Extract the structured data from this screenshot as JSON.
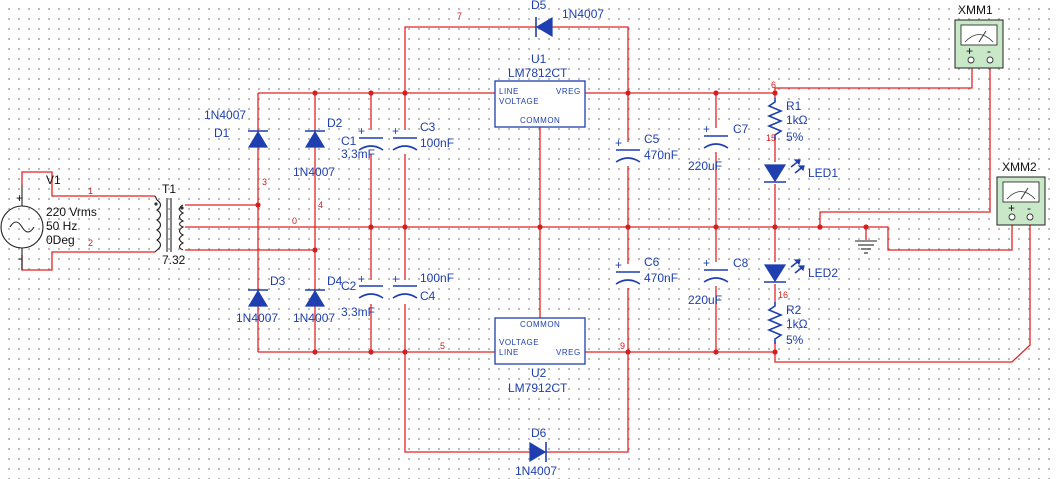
{
  "source": {
    "designator": "V1",
    "value": "220 Vrms",
    "frequency": "50 Hz",
    "phase": "0Deg",
    "plus": "+",
    "minus": "-"
  },
  "transformer": {
    "designator": "T1",
    "ratio": "7.32"
  },
  "diodes": [
    {
      "designator": "D1",
      "value": "1N4007"
    },
    {
      "designator": "D2",
      "value": "1N4007"
    },
    {
      "designator": "D3",
      "value": "1N4007"
    },
    {
      "designator": "D4",
      "value": "1N4007"
    },
    {
      "designator": "D5",
      "value": "1N4007"
    },
    {
      "designator": "D6",
      "value": "1N4007"
    }
  ],
  "capacitors": [
    {
      "designator": "C1",
      "value": "3.3mF"
    },
    {
      "designator": "C2",
      "value": "3.3mF"
    },
    {
      "designator": "C3",
      "value": "100nF"
    },
    {
      "designator": "C4",
      "value": "100nF"
    },
    {
      "designator": "C5",
      "value": "470nF"
    },
    {
      "designator": "C6",
      "value": "470nF"
    },
    {
      "designator": "C7",
      "value": "220uF"
    },
    {
      "designator": "C8",
      "value": "220uF"
    }
  ],
  "regulators": [
    {
      "designator": "U1",
      "value": "LM7812CT",
      "pin_line": "LINE",
      "pin_voltage": "VOLTAGE",
      "pin_vreg": "VREG",
      "pin_common": "COMMON"
    },
    {
      "designator": "U2",
      "value": "LM7912CT",
      "pin_line": "LINE",
      "pin_voltage": "VOLTAGE",
      "pin_vreg": "VREG",
      "pin_common": "COMMON"
    }
  ],
  "resistors": [
    {
      "designator": "R1",
      "value": "1kΩ",
      "tolerance": "5%"
    },
    {
      "designator": "R2",
      "value": "1kΩ",
      "tolerance": "5%"
    }
  ],
  "leds": [
    {
      "designator": "LED1"
    },
    {
      "designator": "LED2"
    }
  ],
  "meters": [
    {
      "designator": "XMM1",
      "plus": "+",
      "minus": "-"
    },
    {
      "designator": "XMM2",
      "plus": "+",
      "minus": "-"
    }
  ],
  "nets": {
    "n0": "0",
    "n1": "1",
    "n2": "2",
    "n3": "3",
    "n4": "4",
    "n5": "5",
    "n6": "6",
    "n7": "7",
    "n9": "9",
    "n15": "15",
    "n16": "16"
  },
  "colors": {
    "wire": "#e52222",
    "component": "#1f3fb0",
    "junction": "#d41f1f",
    "meter_body": "#c8e8c8"
  }
}
